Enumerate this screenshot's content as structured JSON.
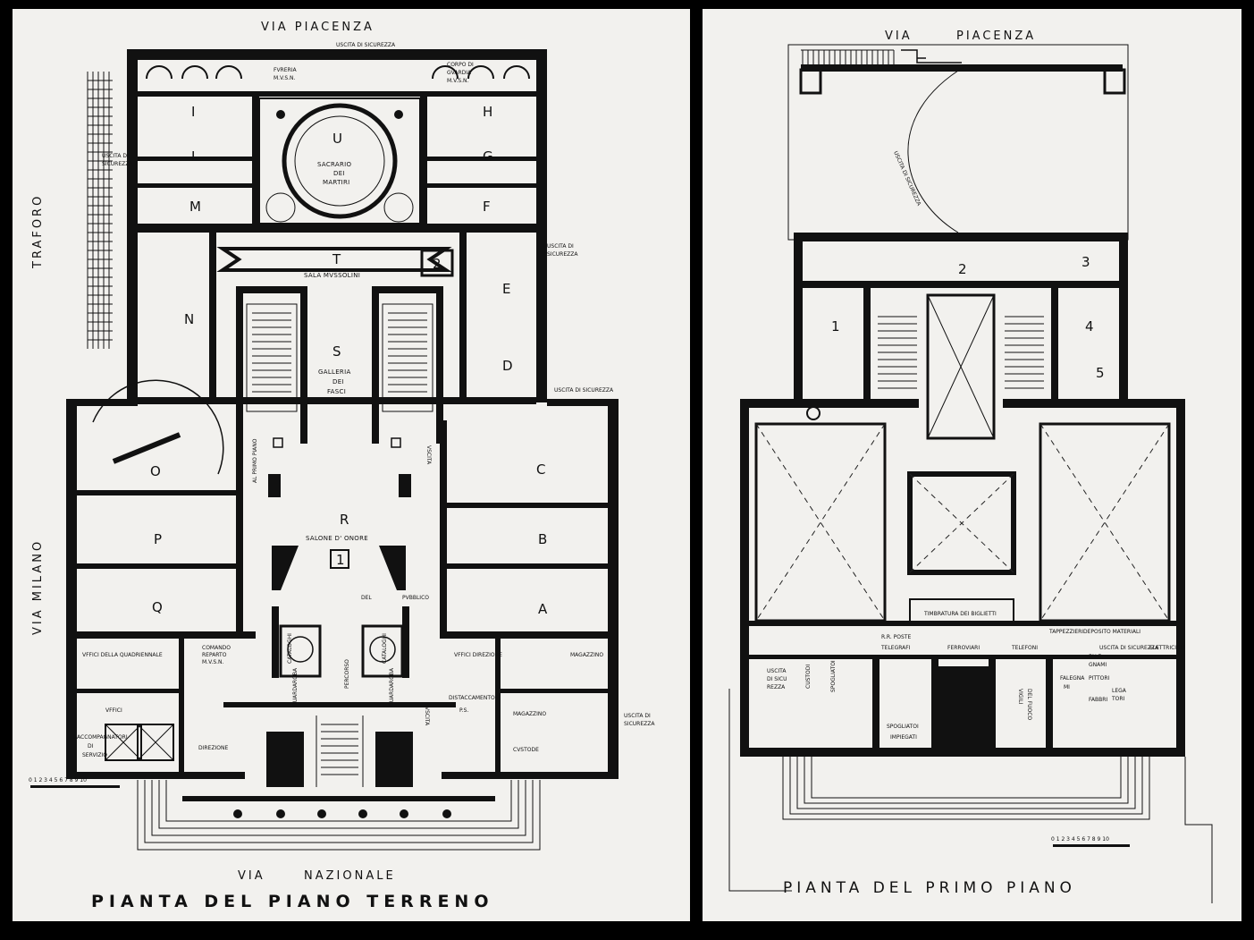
{
  "ground_floor": {
    "title": "PIANTA DEL PIANO TERRENO",
    "streets": {
      "top": "VIA PIACENZA",
      "bottom_via": "VIA",
      "bottom_name": "NAZIONALE",
      "left": "VIA MILANO",
      "left_top": "TRAFORO"
    },
    "rooms": {
      "I": "I",
      "H": "H",
      "L": "L",
      "G": "G",
      "M": "M",
      "F": "F",
      "U": "U",
      "sacrario_1": "SACRARIO",
      "sacrario_2": "DEI",
      "sacrario_3": "MARTIRI",
      "T": "T",
      "sala": "SALA MVSSOLINI",
      "two": "2",
      "E": "E",
      "N": "N",
      "S": "S",
      "galleria_1": "GALLERIA",
      "galleria_2": "DEI",
      "galleria_3": "FASCI",
      "D": "D",
      "O": "O",
      "C": "C",
      "R": "R",
      "salone": "SALONE D' ONORE",
      "one": "1",
      "P": "P",
      "B": "B",
      "Q": "Q",
      "A": "A"
    },
    "notes": {
      "uscita_top": "USCITA DI SICUREZZA",
      "furieria_1": "FVRERIA",
      "furieria_2": "M.V.S.N.",
      "corpo_1": "CORPO DI",
      "corpo_2": "GVARDIA",
      "corpo_3": "M.V.S.N.",
      "uscita_left_1": "USCITA DI",
      "uscita_left_2": "SICUREZZA",
      "uscita_right_1": "USCITA DI",
      "uscita_right_2": "SICUREZZA",
      "uscita_mid": "USCITA DI SICUREZZA",
      "al_primo_piano": "AL PRIMO PIANO",
      "uscita_vert": "VSCITA",
      "percorso": "PERCORSO",
      "del": "DEL",
      "pubblico": "PVBBLICO",
      "uffici_quad": "VFFICI DELLA QUADRIENNALE",
      "comando_1": "COMANDO",
      "comando_2": "REPARTO",
      "comando_3": "M.V.S.N.",
      "uffici_dir": "VFFICI DIREZIONE",
      "magazzino_small": "MAGAZZINO",
      "uffici": "VFFICI",
      "magazzino": "MAGAZZINO",
      "distaccamento": "DISTACCAMENTO",
      "ps": "P.S.",
      "accompagnatori_1": "ACCOMPAGNATORI",
      "accompagnatori_2": "DI",
      "accompagnatori_3": "SERVIZIO",
      "direzione": "DIREZIONE",
      "custode": "CVSTODE",
      "uscita_br_1": "USCITA DI",
      "uscita_br_2": "SICUREZZA",
      "guardaroba_l": "GUARDAROBA",
      "guardaroba_r": "GUARDAROBA",
      "cataloghi_l": "CATALOGHI",
      "cataloghi_r": "CATALOGHI",
      "uscita_bottom": "VSCITA",
      "scale": "0 1 2 3 4 5 6 7 8 9 10"
    }
  },
  "first_floor": {
    "title": "PIANTA DEL PRIMO PIANO",
    "streets": {
      "top_via": "VIA",
      "top_name": "PIACENZA"
    },
    "rooms": {
      "r1": "1",
      "r2": "2",
      "r3": "3",
      "r4": "4",
      "r5": "5"
    },
    "notes": {
      "uscita_curve": "USCITA DI SICUREZZA",
      "rr_poste": "R.R. POSTE",
      "telegrafi": "TELEGRAFI",
      "timbratura": "TIMBRATURA DEI BIGLIETTI",
      "ferroviari": "FERROVIARI",
      "telefoni": "TELEFONI",
      "tappezzieri": "TAPPEZZIERI",
      "deposito": "DEPOSITO MATERIALI",
      "uscita_r": "USCITA DI SICUREZZA",
      "elettricisti": "ELETTRICISTI",
      "custodi": "CUSTODI",
      "spogliatoi": "SPOGLIATOI",
      "uscita_l_1": "USCITA",
      "uscita_l_2": "DI SICU",
      "uscita_l_3": "REZZA",
      "falegnami_1": "FALE-",
      "falegnami_2": "GNAMI",
      "falegnami_b": "FALEGNA",
      "falegnami_b2": "MI",
      "pittori": "PITTORI",
      "fabbri": "FABBRI",
      "legatori_1": "LEGA",
      "legatori_2": "TORI",
      "spogliatoi_imp_1": "SPOGLIATOI",
      "spogliatoi_imp_2": "IMPIEGATI",
      "vigili_1": "VIGILI",
      "vigili_2": "DEL FUOCO",
      "scale": "0 1 2 3 4 5 6 7 8 9 10"
    }
  }
}
